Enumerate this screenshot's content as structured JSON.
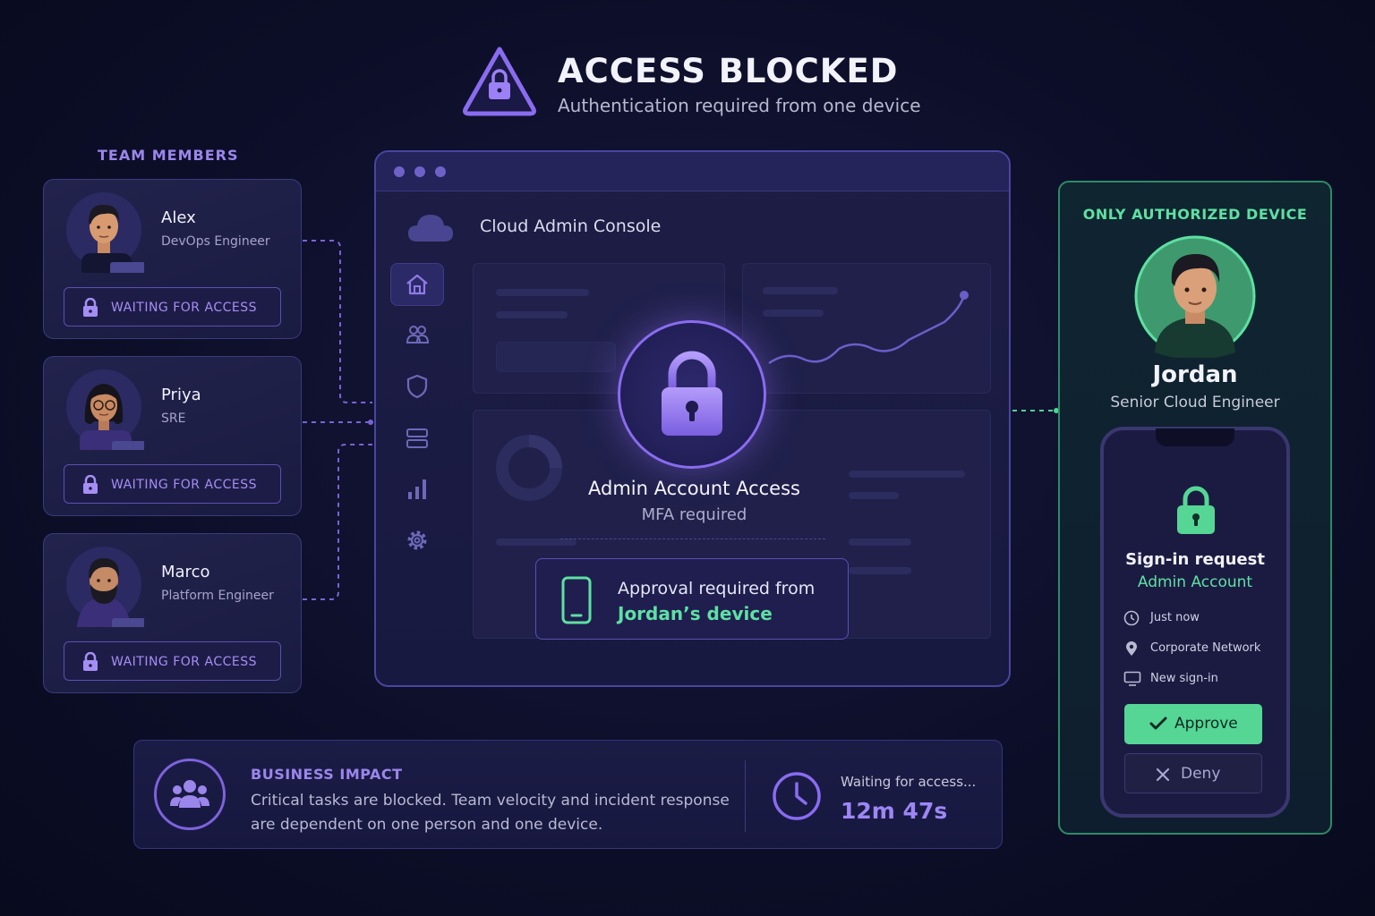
{
  "header": {
    "title": "ACCESS BLOCKED",
    "subtitle": "Authentication required from one device"
  },
  "team": {
    "label": "TEAM MEMBERS",
    "members": [
      {
        "name": "Alex",
        "role": "DevOps Engineer",
        "status": "WAITING FOR ACCESS"
      },
      {
        "name": "Priya",
        "role": "SRE",
        "status": "WAITING FOR ACCESS"
      },
      {
        "name": "Marco",
        "role": "Platform Engineer",
        "status": "WAITING FOR ACCESS"
      }
    ]
  },
  "console": {
    "title": "Cloud Admin Console",
    "nav": [
      "home-icon",
      "users-icon",
      "shield-icon",
      "server-icon",
      "chart-icon",
      "gear-icon"
    ],
    "lock_title": "Admin Account Access",
    "lock_subtitle": "MFA required",
    "approval_line1": "Approval required from",
    "approval_line2": "Jordan’s device"
  },
  "authorized": {
    "label": "ONLY AUTHORIZED DEVICE",
    "name": "Jordan",
    "role": "Senior Cloud Engineer",
    "phone": {
      "title": "Sign-in request",
      "account": "Admin Account",
      "details": [
        {
          "icon": "clock-icon",
          "text": "Just now"
        },
        {
          "icon": "location-pin-icon",
          "text": "Corporate Network"
        },
        {
          "icon": "monitor-icon",
          "text": "New sign-in"
        }
      ],
      "approve_label": "Approve",
      "deny_label": "Deny"
    }
  },
  "impact": {
    "label": "BUSINESS IMPACT",
    "text": "Critical tasks are blocked. Team velocity and incident response are dependent on one person and one device.",
    "waiting_label": "Waiting for access...",
    "waiting_time": "12m 47s"
  },
  "colors": {
    "accent_purple": "#8a6cf0",
    "accent_green": "#5ee0a2",
    "background": "#0d0f2a"
  }
}
